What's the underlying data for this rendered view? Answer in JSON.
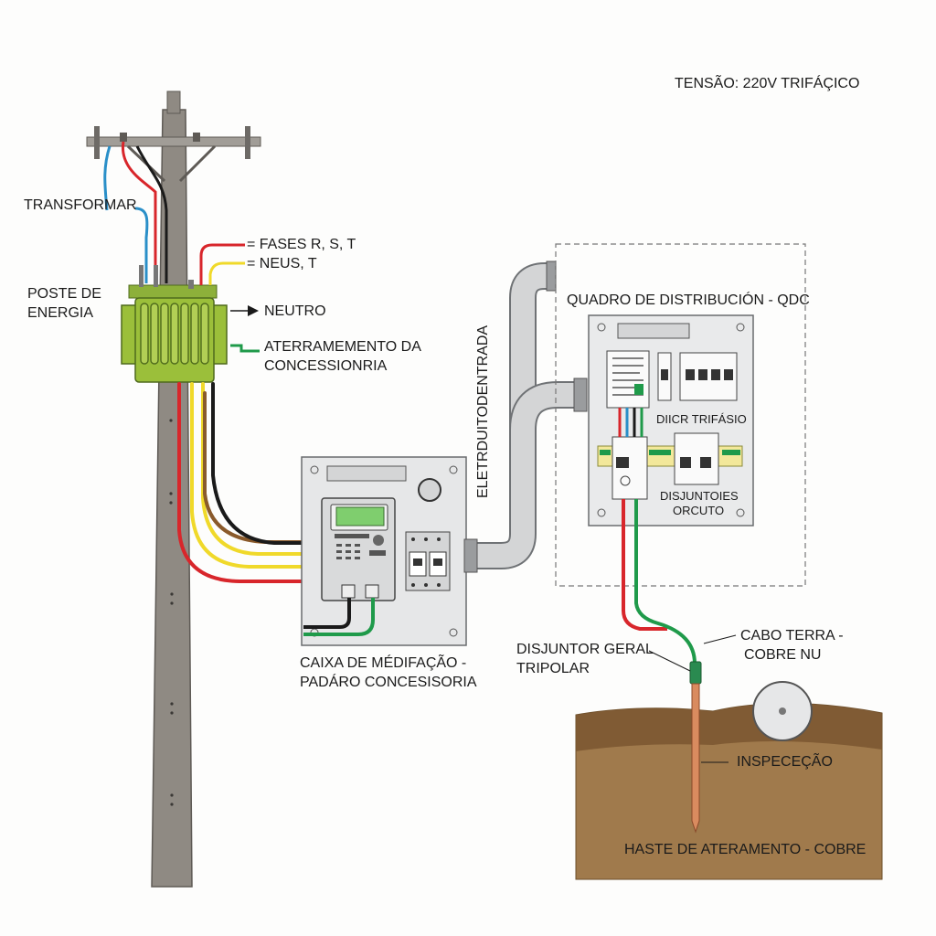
{
  "labels": {
    "tension": "TENSÃO: 220V TRIFÁÇICO",
    "transformer": "TRANSFORMAR",
    "phases": "= FASES R, S, T",
    "neus": "= NEUS, T",
    "pole_line1": "POSTE DE",
    "pole_line2": "ENERGIA",
    "neutral": "NEUTRO",
    "grounding_line1": "ATERRAMEMENTO DA",
    "grounding_line2": "CONCESSIONRIA",
    "conduit": "ELETRDUITODENTRADA",
    "qdc_title": "QUADRO DE DISTRIBUCIÓN - QDC",
    "qdc_inner1": "DIICR TRIFÁSIO",
    "qdc_inner2_line1": "DISJUNTOIES",
    "qdc_inner2_line2": "ORCUTO",
    "meter_box_line1": "CAIXA DE MÉDIFAÇÃO -",
    "meter_box_line2": "PADÁRO CONCESISORIA",
    "main_breaker_line1": "DISJUNTOR GERAL",
    "main_breaker_line2": "TRIPOLAR",
    "ground_cable_line1": "CABO TERRA -",
    "ground_cable_line2": "COBRE NU",
    "inspection": "INSPECEÇÃO",
    "ground_rod": "HASTE DE ATERAMENTO - COBRE"
  },
  "colors": {
    "wire_red": "#d8262b",
    "wire_yellow": "#f0d92a",
    "wire_black": "#1a1a1a",
    "wire_blue": "#2a8fc8",
    "wire_green": "#1f9a4a",
    "wire_brown": "#8a5a2b",
    "transformer": "#9bbf3a",
    "pole": "#8f8a83",
    "soil": "#a07a4c",
    "copper": "#d98b5f",
    "box": "#e6e7e8",
    "meter_screen": "#7fce6e"
  }
}
